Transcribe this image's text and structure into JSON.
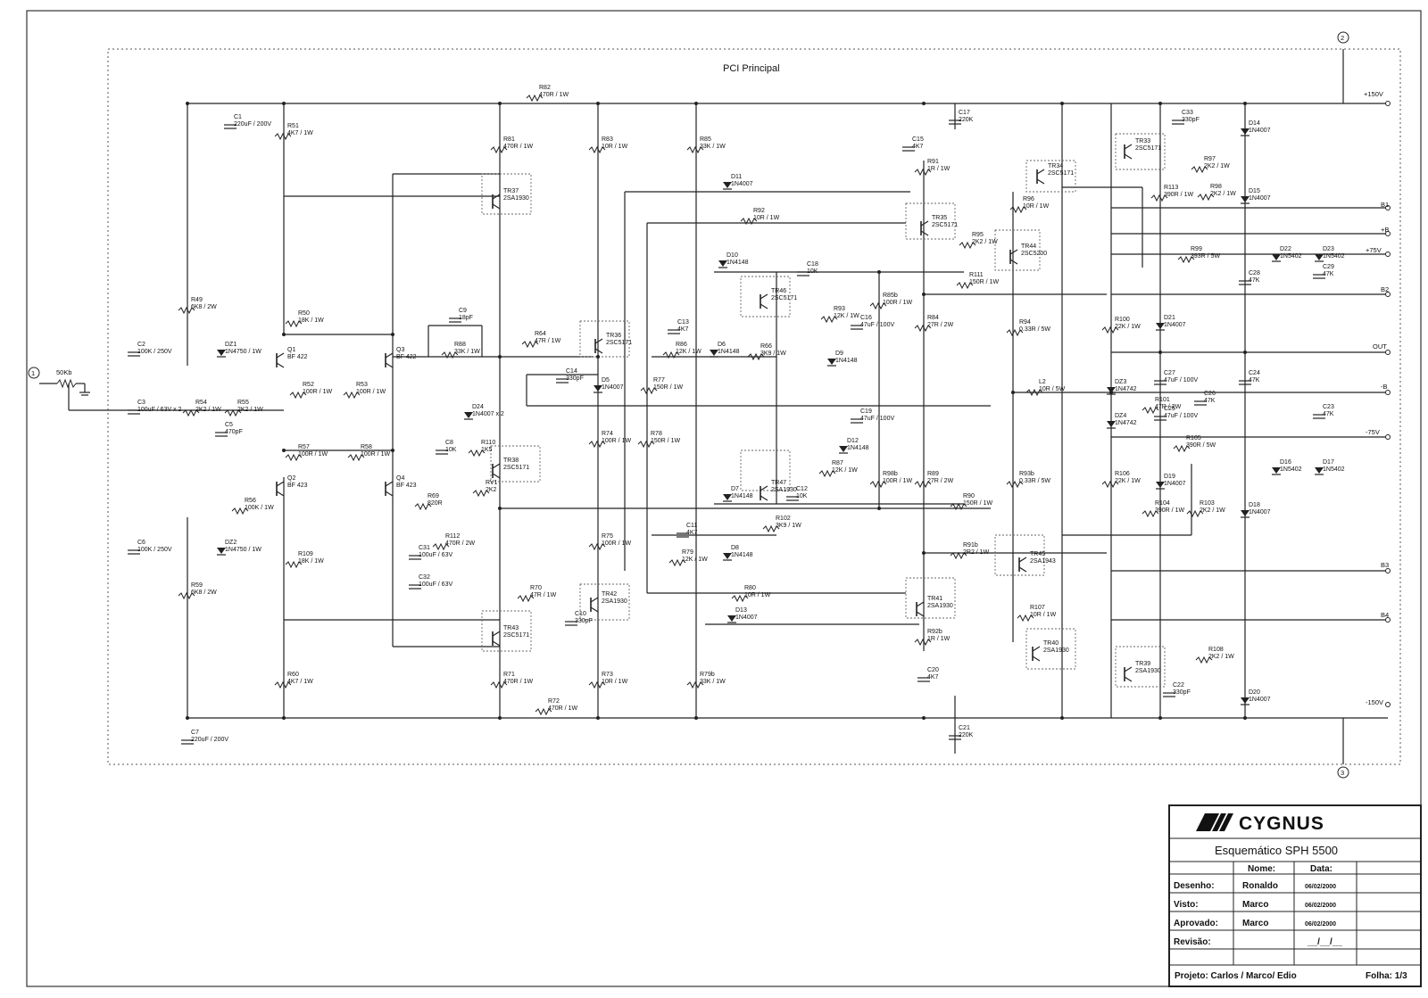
{
  "board_title": "PCI Principal",
  "terminals": {
    "t1": "1",
    "t2": "2",
    "t3": "3"
  },
  "rails": {
    "pos150": "+150V",
    "b1": "B1",
    "pos_b": "+B",
    "pos75": "+75V",
    "b2": "B2",
    "out": "OUT",
    "neg_b": "-B",
    "neg75": "-75V",
    "b3": "B3",
    "b4": "B4",
    "neg150": "-150V"
  },
  "pot_in": "50Kb",
  "components": [
    {
      "ref": "C1",
      "value": "220uF / 200V"
    },
    {
      "ref": "R51",
      "value": "4K7 / 1W"
    },
    {
      "ref": "R82",
      "value": "470R / 1W"
    },
    {
      "ref": "R81",
      "value": "470R / 1W"
    },
    {
      "ref": "R83",
      "value": "10R / 1W"
    },
    {
      "ref": "R85",
      "value": "33K / 1W"
    },
    {
      "ref": "C17",
      "value": "220K"
    },
    {
      "ref": "C15",
      "value": "4K7"
    },
    {
      "ref": "R91",
      "value": "1R / 1W"
    },
    {
      "ref": "C33",
      "value": "330pF"
    },
    {
      "ref": "TR33",
      "value": "2SC5171"
    },
    {
      "ref": "D14",
      "value": "1N4007"
    },
    {
      "ref": "TR34",
      "value": "2SC5171"
    },
    {
      "ref": "R97",
      "value": "2K2 / 1W"
    },
    {
      "ref": "TR37",
      "value": "2SA1930"
    },
    {
      "ref": "D11",
      "value": "1N4007"
    },
    {
      "ref": "R92",
      "value": "10R / 1W"
    },
    {
      "ref": "TR35",
      "value": "2SC5171"
    },
    {
      "ref": "R96",
      "value": "10R / 1W"
    },
    {
      "ref": "R113",
      "value": "390R / 1W"
    },
    {
      "ref": "R98",
      "value": "2K2 / 1W"
    },
    {
      "ref": "D15",
      "value": "1N4007"
    },
    {
      "ref": "R95",
      "value": "2K2 / 1W"
    },
    {
      "ref": "TR44",
      "value": "2SC5200"
    },
    {
      "ref": "R99",
      "value": "393R / 5W"
    },
    {
      "ref": "D22",
      "value": "1N5402"
    },
    {
      "ref": "D23",
      "value": "1N5402"
    },
    {
      "ref": "D10",
      "value": "1N4148"
    },
    {
      "ref": "C18",
      "value": "10K"
    },
    {
      "ref": "R111",
      "value": "150R / 1W"
    },
    {
      "ref": "C28",
      "value": "47K"
    },
    {
      "ref": "C29",
      "value": "47K"
    },
    {
      "ref": "R49",
      "value": "6K8 / 2W"
    },
    {
      "ref": "TR46",
      "value": "2SC5171"
    },
    {
      "ref": "R50",
      "value": "18K / 1W"
    },
    {
      "ref": "C9",
      "value": "18pF"
    },
    {
      "ref": "C13",
      "value": "4K7"
    },
    {
      "ref": "R93",
      "value": "12K / 1W"
    },
    {
      "ref": "R85b",
      "value": "100R / 1W"
    },
    {
      "ref": "C16",
      "value": "47uF / 100V"
    },
    {
      "ref": "R84",
      "value": "27R / 2W"
    },
    {
      "ref": "R94",
      "value": "0.33R / 5W"
    },
    {
      "ref": "R100",
      "value": "22K / 1W"
    },
    {
      "ref": "D21",
      "value": "1N4007"
    },
    {
      "ref": "C2",
      "value": "100K / 250V"
    },
    {
      "ref": "DZ1",
      "value": "1N4750 / 1W"
    },
    {
      "ref": "Q1",
      "value": "BF 422"
    },
    {
      "ref": "Q3",
      "value": "BF 422"
    },
    {
      "ref": "R88",
      "value": "33K / 1W"
    },
    {
      "ref": "R64",
      "value": "47R / 1W"
    },
    {
      "ref": "TR36",
      "value": "2SC5171"
    },
    {
      "ref": "R86",
      "value": "12K / 1W"
    },
    {
      "ref": "D6",
      "value": "1N4148"
    },
    {
      "ref": "R66",
      "value": "3K9 / 1W"
    },
    {
      "ref": "D9",
      "value": "1N4148"
    },
    {
      "ref": "R52",
      "value": "100R / 1W"
    },
    {
      "ref": "R53",
      "value": "100R / 1W"
    },
    {
      "ref": "C14",
      "value": "330pF"
    },
    {
      "ref": "D5",
      "value": "1N4007"
    },
    {
      "ref": "R77",
      "value": "150R / 1W"
    },
    {
      "ref": "L2",
      "value": "10R / 5W"
    },
    {
      "ref": "DZ3",
      "value": "1N4742"
    },
    {
      "ref": "C27",
      "value": "47uF / 100V"
    },
    {
      "ref": "C24",
      "value": "47K"
    },
    {
      "ref": "C3",
      "value": "100uF / 63V x 2"
    },
    {
      "ref": "R54",
      "value": "2K2 / 1W"
    },
    {
      "ref": "R55",
      "value": "2K2 / 1W"
    },
    {
      "ref": "C5",
      "value": "470pF"
    },
    {
      "ref": "D24",
      "value": "1N4007 x 2"
    },
    {
      "ref": "R101",
      "value": "47R / 2W"
    },
    {
      "ref": "C26",
      "value": "47K"
    },
    {
      "ref": "C19",
      "value": "47uF / 100V"
    },
    {
      "ref": "DZ4",
      "value": "1N4742"
    },
    {
      "ref": "C25",
      "value": "47uF / 100V"
    },
    {
      "ref": "C23",
      "value": "47K"
    },
    {
      "ref": "R57",
      "value": "100R / 1W"
    },
    {
      "ref": "R58",
      "value": "100R / 1W"
    },
    {
      "ref": "C8",
      "value": "10K"
    },
    {
      "ref": "R110",
      "value": "1K5"
    },
    {
      "ref": "TR38",
      "value": "2SC5171"
    },
    {
      "ref": "R74",
      "value": "100R / 1W"
    },
    {
      "ref": "R78",
      "value": "150R / 1W"
    },
    {
      "ref": "D12",
      "value": "1N4148"
    },
    {
      "ref": "R105",
      "value": "390R / 5W"
    },
    {
      "ref": "Q2",
      "value": "BF 423"
    },
    {
      "ref": "Q4",
      "value": "BF 423"
    },
    {
      "ref": "R69",
      "value": "820R"
    },
    {
      "ref": "RV1",
      "value": "2K2"
    },
    {
      "ref": "TR47",
      "value": "2SA1930"
    },
    {
      "ref": "R87",
      "value": "12K / 1W"
    },
    {
      "ref": "R98b",
      "value": "100R / 1W"
    },
    {
      "ref": "R89",
      "value": "27R / 2W"
    },
    {
      "ref": "R93b",
      "value": "0.33R / 5W"
    },
    {
      "ref": "R106",
      "value": "22K / 1W"
    },
    {
      "ref": "D19",
      "value": "1N4007"
    },
    {
      "ref": "D16",
      "value": "1N5402"
    },
    {
      "ref": "D17",
      "value": "1N5402"
    },
    {
      "ref": "R56",
      "value": "100K / 1W"
    },
    {
      "ref": "D7",
      "value": "1N4148"
    },
    {
      "ref": "C12",
      "value": "10K"
    },
    {
      "ref": "R90",
      "value": "150R / 1W"
    },
    {
      "ref": "R104",
      "value": "390R / 1W"
    },
    {
      "ref": "R103",
      "value": "2K2 / 1W"
    },
    {
      "ref": "D18",
      "value": "1N4007"
    },
    {
      "ref": "C6",
      "value": "100K / 250V"
    },
    {
      "ref": "DZ2",
      "value": "1N4750 / 1W"
    },
    {
      "ref": "R112",
      "value": "470R / 2W"
    },
    {
      "ref": "C11",
      "value": "4K7"
    },
    {
      "ref": "R102",
      "value": "3K9 / 1W"
    },
    {
      "ref": "R75",
      "value": "100R / 1W"
    },
    {
      "ref": "D8",
      "value": "1N4148"
    },
    {
      "ref": "R109",
      "value": "18K / 1W"
    },
    {
      "ref": "C31",
      "value": "100uF / 63V"
    },
    {
      "ref": "C32",
      "value": "100uF / 63V"
    },
    {
      "ref": "R79",
      "value": "12K / 1W"
    },
    {
      "ref": "R91b",
      "value": "2R2 / 1W"
    },
    {
      "ref": "TR45",
      "value": "2SA1943"
    },
    {
      "ref": "R59",
      "value": "6K8 / 2W"
    },
    {
      "ref": "R70",
      "value": "47R / 1W"
    },
    {
      "ref": "TR42",
      "value": "2SA1930"
    },
    {
      "ref": "R80",
      "value": "10R / 1W"
    },
    {
      "ref": "TR41",
      "value": "2SA1930"
    },
    {
      "ref": "C10",
      "value": "330pF"
    },
    {
      "ref": "D13",
      "value": "1N4007"
    },
    {
      "ref": "R107",
      "value": "10R / 1W"
    },
    {
      "ref": "TR43",
      "value": "2SC5171"
    },
    {
      "ref": "TR40",
      "value": "2SA1930"
    },
    {
      "ref": "R108",
      "value": "2K2 / 1W"
    },
    {
      "ref": "TR39",
      "value": "2SA1930"
    },
    {
      "ref": "R60",
      "value": "4K7 / 1W"
    },
    {
      "ref": "R71",
      "value": "470R / 1W"
    },
    {
      "ref": "R73",
      "value": "10R / 1W"
    },
    {
      "ref": "R79b",
      "value": "33K / 1W"
    },
    {
      "ref": "R92b",
      "value": "1R / 1W"
    },
    {
      "ref": "C20",
      "value": "4K7"
    },
    {
      "ref": "C22",
      "value": "330pF"
    },
    {
      "ref": "D20",
      "value": "1N4007"
    },
    {
      "ref": "R72",
      "value": "470R / 1W"
    },
    {
      "ref": "C7",
      "value": "220uF / 200V"
    },
    {
      "ref": "C21",
      "value": "220K"
    }
  ],
  "title_block": {
    "brand": "CYGNUS",
    "drawing_title": "Esquemático SPH 5500",
    "col_name": "Nome:",
    "col_date": "Data:",
    "rows": [
      {
        "role": "Desenho:",
        "name": "Ronaldo",
        "date": "06/02/2000"
      },
      {
        "role": "Visto:",
        "name": "Marco",
        "date": "06/02/2000"
      },
      {
        "role": "Aprovado:",
        "name": "Marco",
        "date": "06/02/2000"
      },
      {
        "role": "Revisão:",
        "name": "",
        "date": "__/__/__"
      }
    ],
    "project": "Projeto: Carlos / Marco/ Edio",
    "sheet": "Folha: 1/3"
  }
}
